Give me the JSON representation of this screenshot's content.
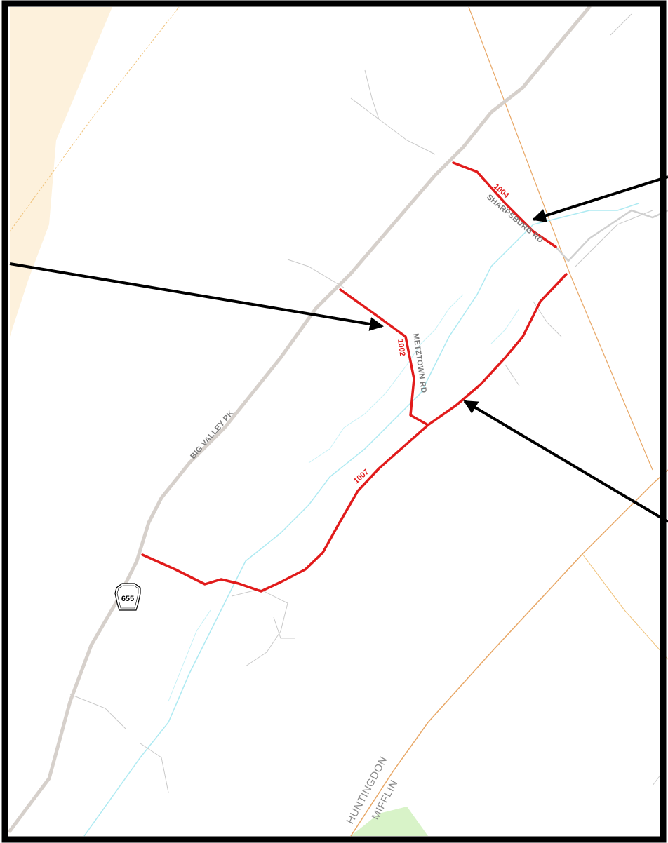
{
  "map": {
    "roads": {
      "big_valley_pk": "BIG VALLEY PK",
      "sharpsburg_rd": "SHARPSBURG RD",
      "metztown_rd": "METZTOWN RD"
    },
    "routes": {
      "r1004": "1004",
      "r1002": "1002",
      "r1007": "1007",
      "shield_655": "655"
    },
    "counties": {
      "north": "HUNTINGDON",
      "south": "MIFFLIN"
    },
    "colors": {
      "highlight_route": "#e11b1b",
      "highway": "#d6d0cb",
      "minor_road": "#c8c8c8",
      "stream": "#aeeaf2",
      "boundary": "#e8a766",
      "urban_fill": "#fdf1dc",
      "park_fill": "#d8f3c8",
      "frame": "#000000"
    }
  }
}
